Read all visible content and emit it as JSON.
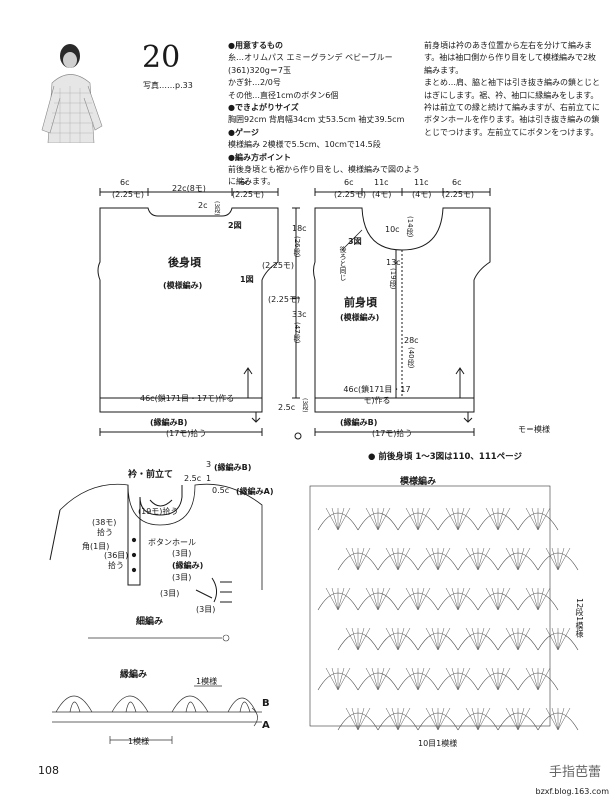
{
  "pattern": {
    "number": "20",
    "photo_ref": "写真……p.33"
  },
  "materials": {
    "heading": "●用意するもの",
    "yarn": "糸…オリムパス エミーグランデ ベビーブルー(361)320g＝7玉",
    "hook": "かぎ針…2/0号",
    "other": "その他…直径1cmのボタン6個",
    "size_heading": "●できよがりサイズ",
    "size": "胸囲92cm 背肩幅34cm 丈53.5cm 袖丈39.5cm",
    "gauge_heading": "●ゲージ",
    "gauge": "模様編み 2模様で5.5cm、10cmで14.5段",
    "method_heading": "●編み方ポイント",
    "method": "前後身頃とも裾から作り目をし、模様編みで図のように編みます。"
  },
  "instructions": {
    "p1": "前身頃は衿のあき位置から左右を分けて編みます。袖は袖口側から作り目をして模様編みで2枚編みます。",
    "p2": "まとめ…肩、脇と袖下は引き抜き編みの鎖とじとはぎにします。裾、衿、袖口に縁編みをします。衿は前立ての縁と続けて編みますが、右前立てにボタンホールを作ります。袖は引き抜き編みの鎖とじでつけます。左前立てにボタンをつけます。"
  },
  "back": {
    "title": "後身頃",
    "subtitle": "(模様編み)",
    "fig": "1図",
    "fig2": "2図",
    "top_w": "6c",
    "top_w2": "(2.25モ)",
    "center": "22c(8モ)",
    "top_w3": "6c",
    "top_w4": "(2.25モ)",
    "neck": "2c",
    "neck2": "(3段)",
    "h1": "18c",
    "h1b": "(26段)",
    "h2": "33c",
    "h2b": "(47段)",
    "arm": "(2.25モ)",
    "base": "46c(鎖171目・17モ)作る",
    "border": "(縁編みB)",
    "pickup": "(17モ)拾う",
    "edge": "2.5c",
    "edge2": "(3段)"
  },
  "front": {
    "title": "前身頃",
    "subtitle": "(模様編み)",
    "fig": "3図",
    "top": [
      "6c",
      "11c",
      "11c",
      "6c"
    ],
    "top2": [
      "(2.25モ)",
      "(4モ)",
      "(4モ)",
      "(2.25モ)"
    ],
    "neck": "10c",
    "neck2": "(14段)",
    "side": "13c",
    "side2": "(19段)",
    "lower": "28c",
    "lower2": "(40段)",
    "arm": "(2.25モ)",
    "same": "後ろと同じ",
    "base": "46c(鎖171目・17モ)作る",
    "border": "(縁編みB)",
    "pickup": "(17モ)拾う",
    "key": "モ＝模様"
  },
  "collar": {
    "title": "衿・前立て",
    "r1": "(縁編みB)",
    "r2": "(縁編みA)",
    "r3": "(19モ)拾う",
    "l1": "(38モ)",
    "l1b": "拾う",
    "l2": "角(1目)",
    "l3": "(36目)",
    "l3b": "拾う",
    "bh": "ボタンホール",
    "bh2": "(3目)",
    "bh3": "(縁編み)",
    "bh4": "(3目)",
    "b1": "(3目)",
    "b2": "(3目)",
    "m1": "2.5c",
    "m2": "0.5c",
    "m3": "3",
    "m4": "1"
  },
  "ref": "● 前後身頃 1～3図は110、111ページ",
  "stitch": {
    "title": "模様編み",
    "rep": "10目1模様",
    "rows": "12段1模様"
  },
  "small": {
    "t1": "細編み",
    "t2": "縁編み",
    "mod": "1模様",
    "modb": "1模様",
    "a": "A",
    "b": "B"
  },
  "footer": {
    "page": "108",
    "brand": "手指芭蕾",
    "url": "bzxf.blog.163.com"
  }
}
